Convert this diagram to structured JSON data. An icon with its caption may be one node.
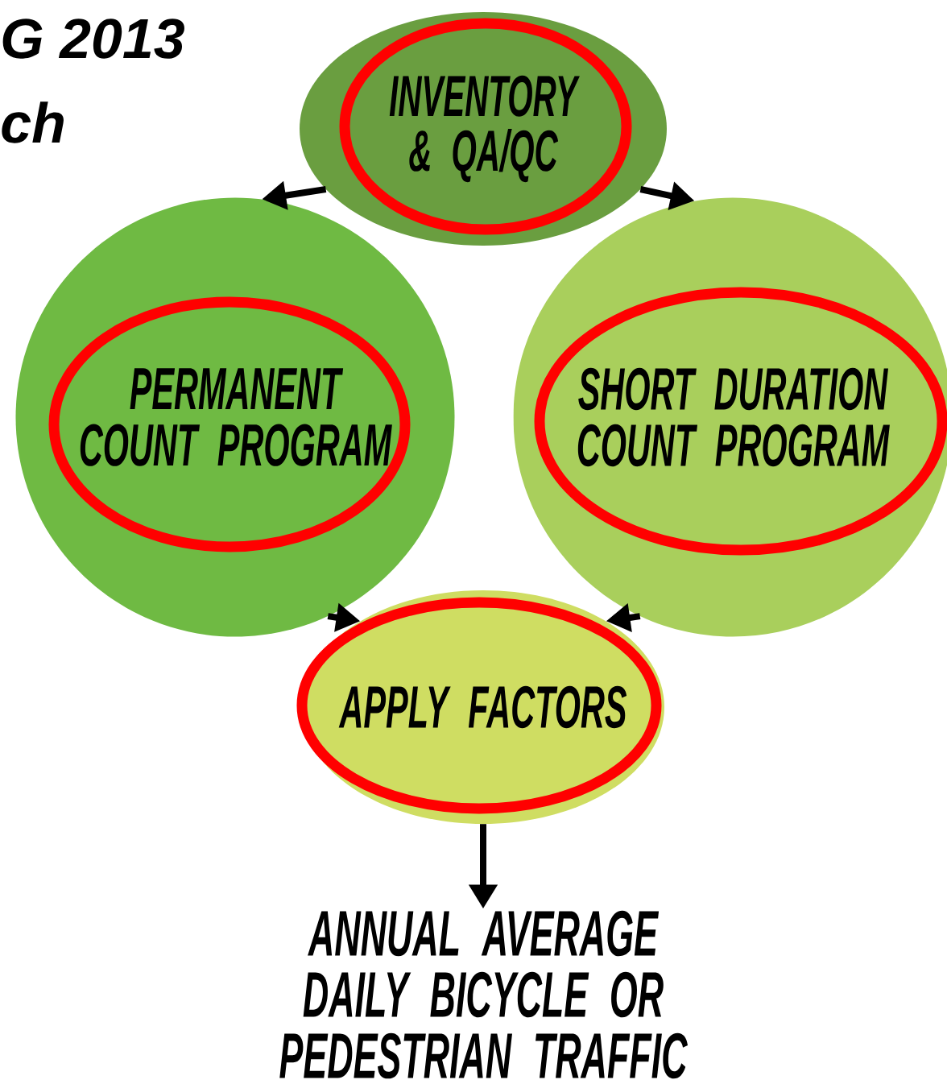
{
  "diagram": {
    "nodes": [
      {
        "text": [
          "INVENTORY & QA/QC"
        ]
      },
      {
        "text": [
          "PERMANENT COUNT PROGRAM"
        ]
      },
      {
        "text": [
          "SHORT DURATION COUNT PROGRAM"
        ]
      },
      {
        "text": [
          "APPLY FACTORS"
        ]
      },
      {
        "text": [
          "ANNUAL AVERAGE DAILY BICYCLE OR PEDESTRIAN TRAFFIC"
        ]
      }
    ],
    "edges": [
      {
        "from": 0,
        "to": 1,
        "arrow": "to"
      },
      {
        "from": 0,
        "to": 2,
        "arrow": "to"
      },
      {
        "from": 1,
        "to": 3,
        "arrow": "to"
      },
      {
        "from": 2,
        "to": 3,
        "arrow": "to"
      },
      {
        "from": 3,
        "to": 4,
        "arrow": "to"
      }
    ],
    "labels": [
      "G 2013",
      "ch"
    ]
  }
}
